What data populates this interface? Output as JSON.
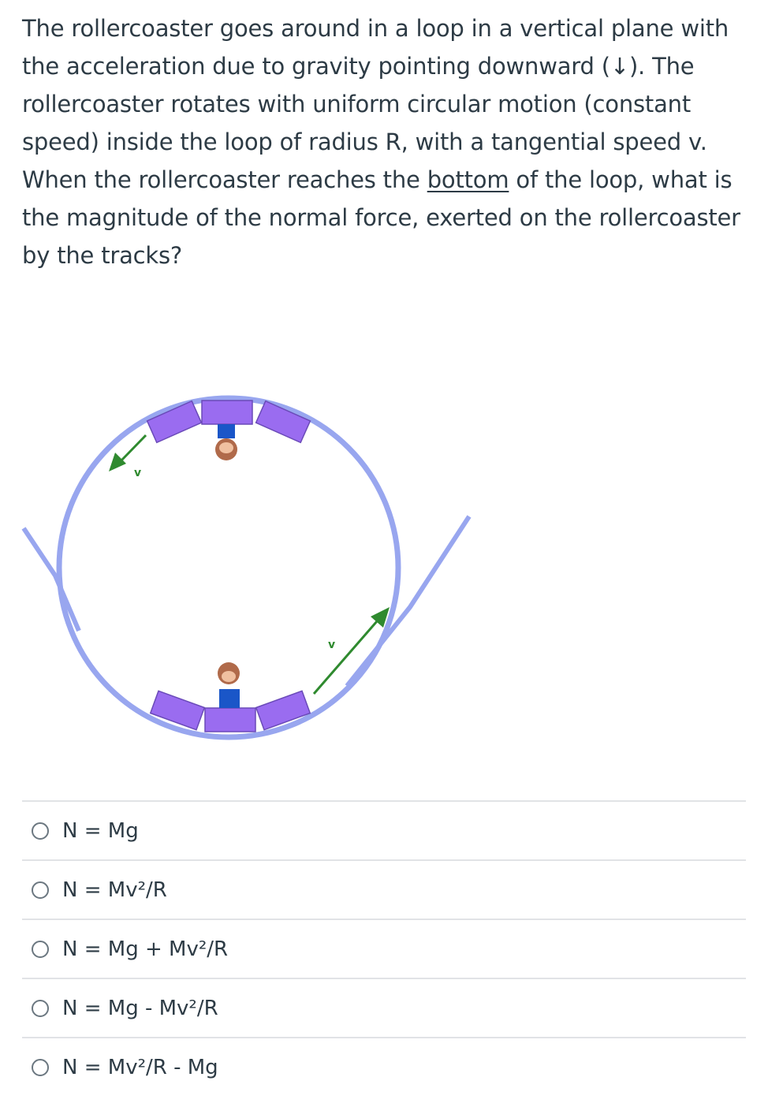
{
  "question": {
    "part1": "The rollercoaster goes around in a loop in a vertical plane with the acceleration due to gravity pointing downward (↓). The rollercoaster rotates with uniform circular motion (constant speed) inside the loop of radius R, with a tangential speed v. When the rollercoaster reaches the ",
    "emphasis": "bottom",
    "part2": " of the loop, what is the magnitude of the normal force, exerted on the rollercoaster by the tracks?"
  },
  "figure": {
    "velocity_label_top": "v",
    "velocity_label_bottom": "v",
    "colors": {
      "track": "#98a6ef",
      "car": "#9a6cf0",
      "car_border": "#6a4ab8",
      "arrow": "#2f8a2f",
      "rider_body": "#1a56c8",
      "rider_head": "#b06a4a"
    }
  },
  "answers": [
    {
      "label": "N = Mg"
    },
    {
      "label": "N = Mv²/R"
    },
    {
      "label": "N = Mg + Mv²/R"
    },
    {
      "label": "N = Mg - Mv²/R"
    },
    {
      "label": "N = Mv²/R - Mg"
    }
  ]
}
